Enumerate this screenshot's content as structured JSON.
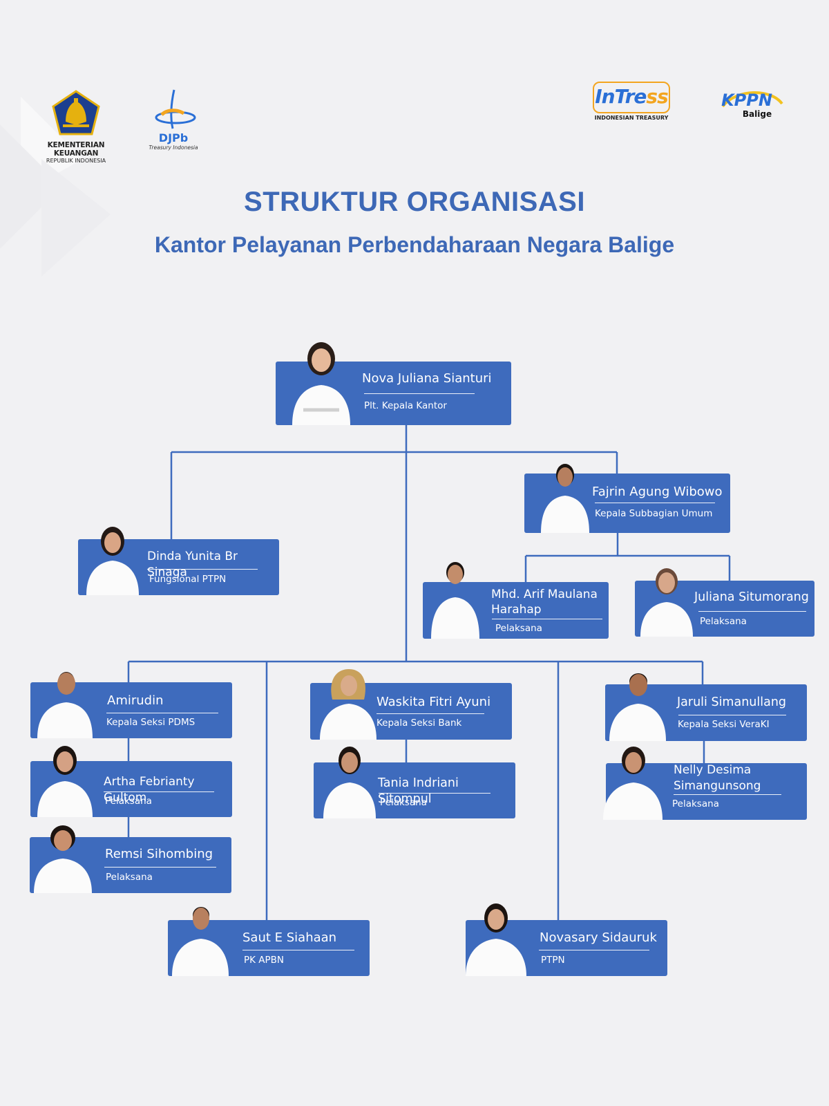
{
  "logos": {
    "kemenkeu_line1": "KEMENTERIAN KEUANGAN",
    "kemenkeu_line2": "REPUBLIK INDONESIA",
    "djpb_name": "DJPb",
    "djpb_tagline": "Treasury Indonesia",
    "intress_caption": "INDONESIAN TREASURY",
    "kppn_name": "KPPN",
    "kppn_city": "Balige"
  },
  "header": {
    "title": "STRUKTUR ORGANISASI",
    "subtitle": "Kantor Pelayanan Perbendaharaan Negara Baligе"
  },
  "colors": {
    "accent": "#3d68b6",
    "card": "#3e6bbd",
    "background": "#f1f1f3",
    "uniform": "#ffffff"
  },
  "people": {
    "head": {
      "name": "Nova Juliana Sianturi",
      "role": "Plt. Kepala Kantor"
    },
    "fungsional": {
      "name": "Dinda Yunita Br Sinaga",
      "role": "Fungsional PTPN"
    },
    "umum": {
      "name": "Fajrin Agung Wibowo",
      "role": "Kepala Subbagian Umum"
    },
    "umum_1": {
      "name": "Mhd. Arif Maulana Harahap",
      "role": "Pelaksana"
    },
    "umum_2": {
      "name": "Juliana Situmorang",
      "role": "Pelaksana"
    },
    "pdms": {
      "name": "Amirudin",
      "role": "Kepala Seksi PDMS"
    },
    "pdms_1": {
      "name": "Artha Febrianty Gultom",
      "role": "Pelaksana"
    },
    "pdms_2": {
      "name": "Remsi Sihombing",
      "role": "Pelaksana"
    },
    "bank": {
      "name": "Waskita Fitri Ayuni",
      "role": "Kepala Seksi Bank"
    },
    "bank_1": {
      "name": "Tania Indriani Sitompul",
      "role": "Pelaksana"
    },
    "veraki": {
      "name": "Jaruli Simanullang",
      "role": "Kepala Seksi VeraKI"
    },
    "veraki_1": {
      "name": "Nelly Desima Simangunsong",
      "role": "Pelaksana"
    },
    "pkapbn": {
      "name": "Saut E Siahaan",
      "role": "PK APBN"
    },
    "ptpn": {
      "name": "Novasary Sidauruk",
      "role": "PTPN"
    }
  }
}
